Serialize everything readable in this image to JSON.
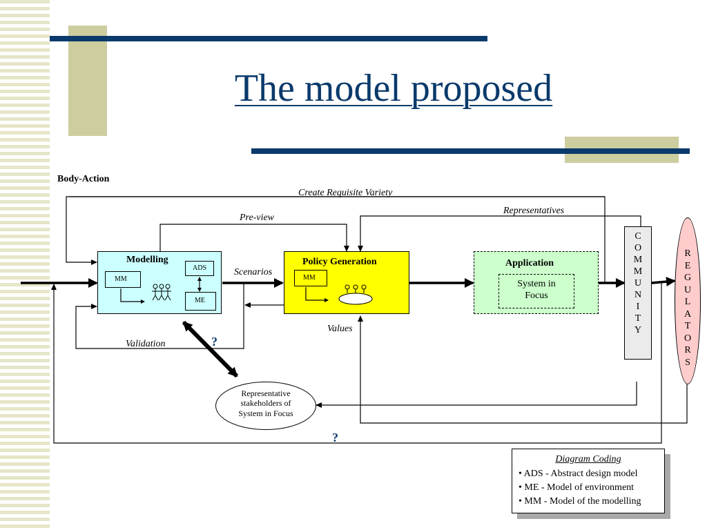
{
  "slide": {
    "title": "The model proposed",
    "header_label": "Body-Action"
  },
  "diagram": {
    "modelling": {
      "title": "Modelling",
      "mm": "MM",
      "ads": "ADS",
      "me": "ME"
    },
    "policy": {
      "title": "Policy Generation",
      "mm": "MM"
    },
    "application": {
      "title": "Application",
      "inner": "System in Focus"
    },
    "community": {
      "letters": [
        "C",
        "O",
        "M",
        "M",
        "U",
        "N",
        "I",
        "T",
        "Y"
      ]
    },
    "regulators": {
      "letters": [
        "R",
        "E",
        "G",
        "U",
        "L",
        "A",
        "T",
        "O",
        "R",
        "S"
      ]
    },
    "stakeholders": {
      "text": "Representative stakeholders of System in Focus"
    },
    "labels": {
      "create": "Create Requisite Variety",
      "preview": "Pre-view",
      "representatives": "Representatives",
      "scenarios": "Scenarios",
      "validation": "Validation",
      "values": "Values",
      "question1": "?",
      "question2": "?"
    }
  },
  "legend": {
    "title": "Diagram Coding",
    "items": [
      "ADS - Abstract design model",
      "ME - Model of environment",
      "MM - Model of the modelling"
    ]
  },
  "colors": {
    "title_blue": "#0a3a6b",
    "bar_blue": "#0a3a6b",
    "accent_khaki": "#cdcda0",
    "modelling_fill": "#ccffff",
    "policy_fill": "#ffff00",
    "application_fill": "#ccffcc",
    "regulators_fill": "#ffcccc",
    "community_fill": "#ebebeb"
  }
}
